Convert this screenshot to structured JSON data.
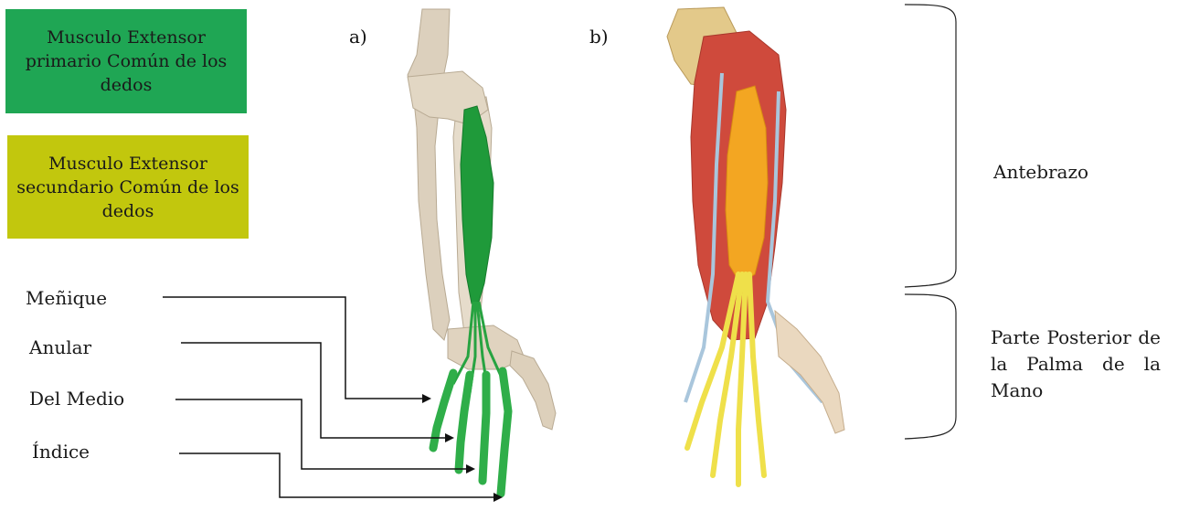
{
  "legend": {
    "primary": {
      "text": "Musculo Extensor primario Común de los dedos",
      "color": "#1fa654"
    },
    "secondary": {
      "text": "Musculo Extensor secundario Común de los dedos",
      "color": "#c2c70d"
    }
  },
  "panels": {
    "a": "a)",
    "b": "b)"
  },
  "fingers": [
    {
      "id": "menique",
      "label": "Meñique"
    },
    {
      "id": "anular",
      "label": "Anular"
    },
    {
      "id": "medio",
      "label": "Del Medio"
    },
    {
      "id": "indice",
      "label": "Índice"
    }
  ],
  "regions": {
    "forearm": "Antebrazo",
    "hand": "Parte Posterior de la Palma de la Mano"
  },
  "colors": {
    "bone": "#d9cdb8",
    "primary_muscle": "#2a9a3f",
    "secondary_tendon": "#f2c418",
    "other_muscle": "#cf4a3c"
  }
}
